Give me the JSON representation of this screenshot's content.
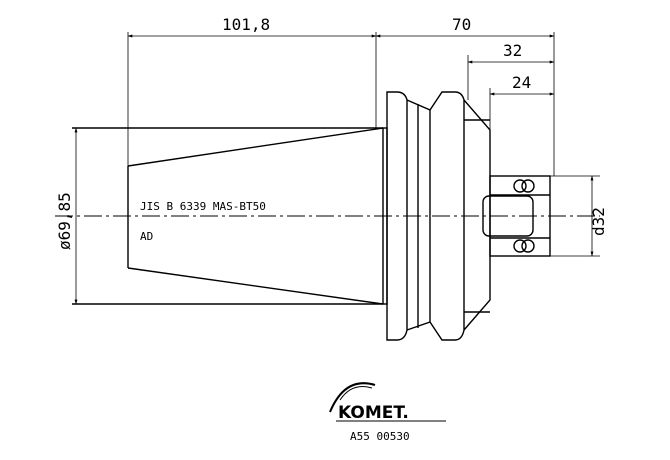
{
  "drawing": {
    "dimensions": {
      "taper_length": "101,8",
      "overall_flange_to_end": "70",
      "shank_length": "32",
      "bore_depth": "24",
      "taper_diameter": "ø69,85",
      "shank_diameter": "d32"
    },
    "notes": {
      "standard": "JIS B 6339 MAS-BT50",
      "grade": "AD"
    },
    "logo": {
      "brand": "KOMET.",
      "part_number": "A55 00530"
    }
  }
}
